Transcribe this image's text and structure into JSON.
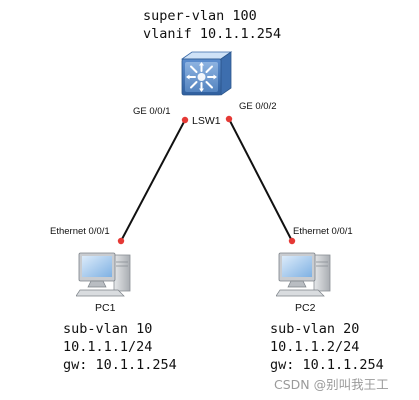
{
  "switch": {
    "label": "LSW1",
    "super_vlan": "super-vlan 100",
    "vlanif": "vlanif 10.1.1.254"
  },
  "links": [
    {
      "switch_port": "GE 0/0/1",
      "pc_port": "Ethernet 0/0/1"
    },
    {
      "switch_port": "GE 0/0/2",
      "pc_port": "Ethernet 0/0/1"
    }
  ],
  "pcs": [
    {
      "label": "PC1",
      "sub_vlan": "sub-vlan 10",
      "ip": "10.1.1.1/24",
      "gw": "gw: 10.1.1.254"
    },
    {
      "label": "PC2",
      "sub_vlan": "sub-vlan 20",
      "ip": "10.1.1.2/24",
      "gw": "gw: 10.1.1.254"
    }
  ],
  "watermark": "CSDN @别叫我王工",
  "colors": {
    "link": "#111111",
    "port_dot": "#e53935",
    "switch_blue": "#4a7fc1"
  }
}
